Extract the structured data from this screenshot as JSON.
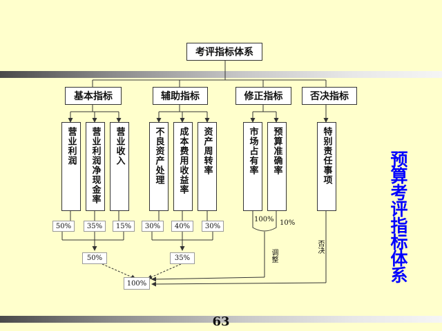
{
  "root": "考评指标体系",
  "categories": [
    {
      "label": "基本指标",
      "items": [
        {
          "text": "营业利润",
          "weight": "50%"
        },
        {
          "text": "营业利润净现金率",
          "weight": "35%"
        },
        {
          "text": "营业收入",
          "weight": "15%"
        }
      ],
      "group_weight": "50%"
    },
    {
      "label": "辅助指标",
      "items": [
        {
          "text": "不良资产处理",
          "weight": "30%"
        },
        {
          "text": "成本费用收益率",
          "weight": "40%"
        },
        {
          "text": "资产周转率",
          "weight": "30%"
        }
      ],
      "group_weight": "35%"
    },
    {
      "label": "修正指标",
      "items": [
        {
          "text": "市场占有率"
        },
        {
          "text": "预算准确率"
        }
      ],
      "left_weight": "100%",
      "right_weight": "10%",
      "annotation": "调整"
    },
    {
      "label": "否决指标",
      "items": [
        {
          "text": "特别责任事项"
        }
      ],
      "annotation": "否决"
    }
  ],
  "total": "100%",
  "side_title": "预算考评指标体系",
  "page_number": "63",
  "colors": {
    "background": "#FFFFCC",
    "side_title": "#0000FF",
    "line": "#333333"
  }
}
